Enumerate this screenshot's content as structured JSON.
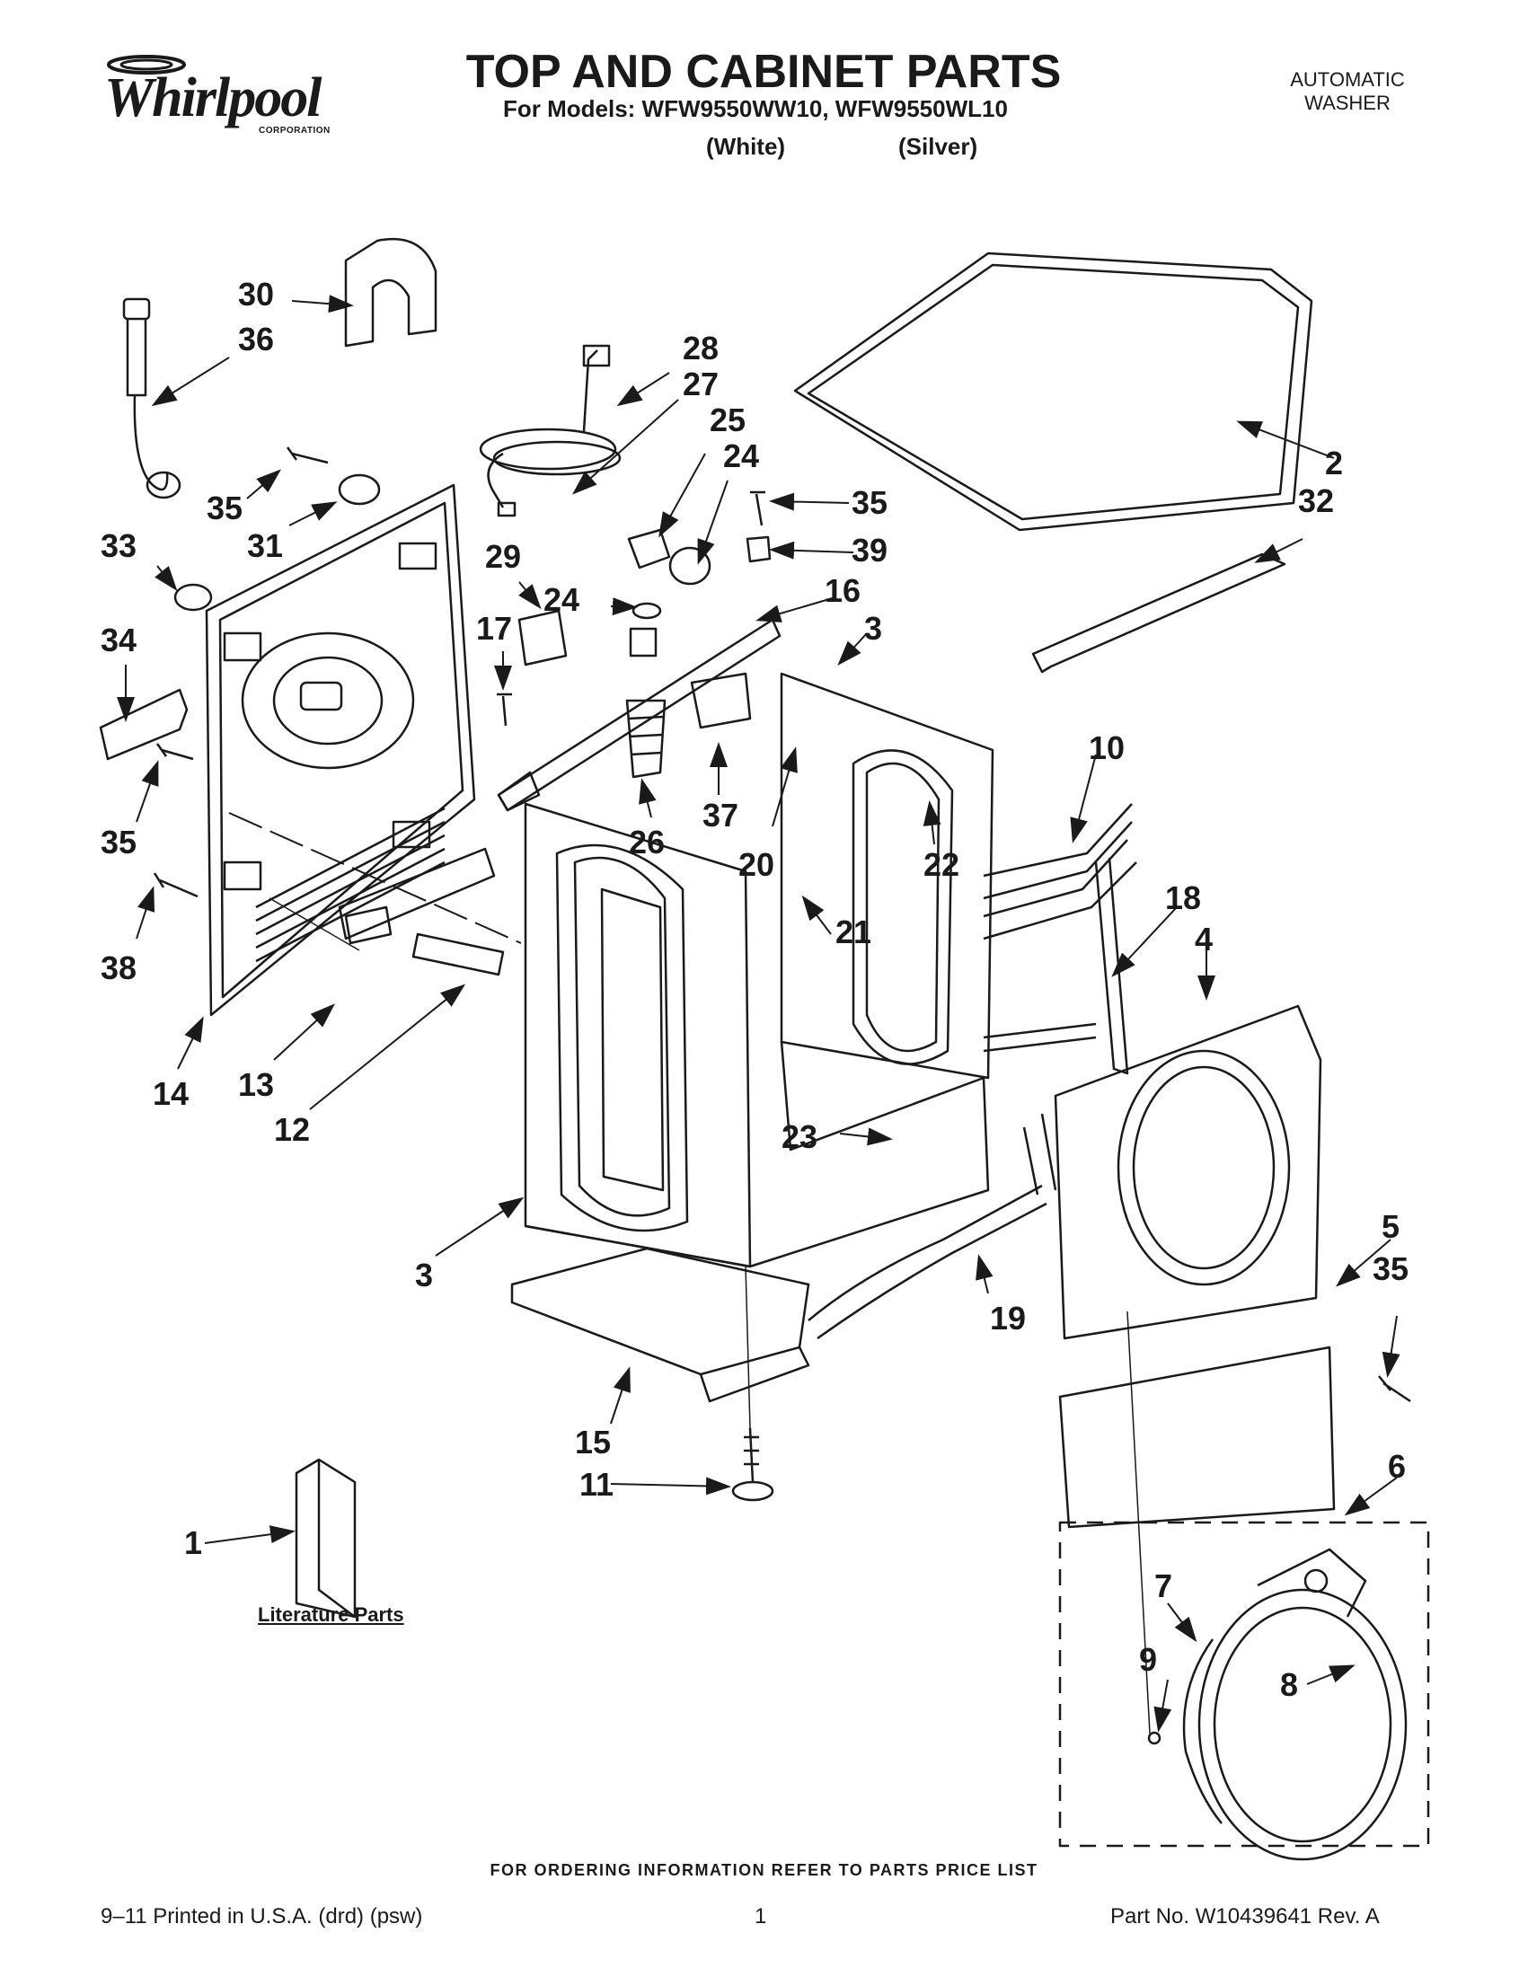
{
  "header": {
    "logo_text": "Whirlpool",
    "logo_corp": "CORPORATION",
    "title": "TOP AND CABINET PARTS",
    "models_line": "For Models: WFW9550WW10, WFW9550WL10",
    "color_white": "(White)",
    "color_silver": "(Silver)",
    "product_type_line1": "AUTOMATIC",
    "product_type_line2": "WASHER"
  },
  "diagram": {
    "callouts": [
      "30",
      "36",
      "28",
      "27",
      "25",
      "24",
      "35",
      "39",
      "2",
      "32",
      "35",
      "31",
      "33",
      "29",
      "24",
      "16",
      "34",
      "17",
      "3",
      "10",
      "35",
      "37",
      "26",
      "20",
      "22",
      "21",
      "18",
      "4",
      "38",
      "14",
      "13",
      "12",
      "23",
      "3",
      "5",
      "35",
      "19",
      "15",
      "11",
      "6",
      "1",
      "7",
      "9",
      "8"
    ]
  },
  "literature_label": "Literature Parts",
  "footer": {
    "ordering_note": "FOR ORDERING INFORMATION REFER TO PARTS PRICE LIST",
    "printed": "9–11 Printed in U.S.A. (drd) (psw)",
    "page_number": "1",
    "part_no": "Part No. W10439641 Rev. A"
  }
}
